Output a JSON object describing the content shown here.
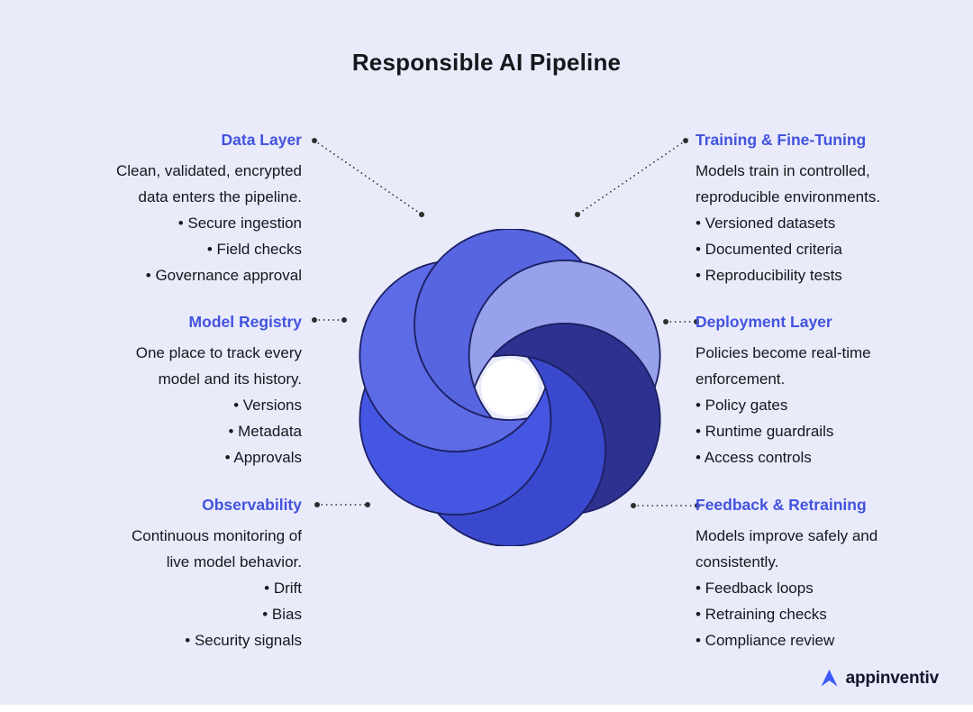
{
  "title": "Responsible AI Pipeline",
  "sections": [
    {
      "id": "data-layer",
      "side": "left",
      "title": "Data Layer",
      "desc": [
        "Clean, validated, encrypted",
        "data enters the pipeline."
      ],
      "bullets": [
        "• Secure ingestion",
        "• Field checks",
        "• Governance approval"
      ]
    },
    {
      "id": "training-fine-tuning",
      "side": "right",
      "title": "Training & Fine-Tuning",
      "desc": [
        "Models train in controlled,",
        "reproducible environments."
      ],
      "bullets": [
        "• Versioned datasets",
        "• Documented criteria",
        "• Reproducibility tests"
      ]
    },
    {
      "id": "model-registry",
      "side": "left",
      "title": "Model Registry",
      "desc": [
        "One place to track every",
        "model and its history."
      ],
      "bullets": [
        "• Versions",
        "• Metadata",
        "• Approvals"
      ]
    },
    {
      "id": "deployment-layer",
      "side": "right",
      "title": "Deployment Layer",
      "desc": [
        "Policies become real-time",
        "enforcement."
      ],
      "bullets": [
        "• Policy gates",
        "• Runtime guardrails",
        "• Access controls"
      ]
    },
    {
      "id": "observability",
      "side": "left",
      "title": "Observability",
      "desc": [
        "Continuous monitoring of",
        "live model behavior."
      ],
      "bullets": [
        "• Drift",
        "• Bias",
        "• Security signals"
      ]
    },
    {
      "id": "feedback-retraining",
      "side": "right",
      "title": "Feedback & Retraining",
      "desc": [
        "Models improve safely and",
        "consistently."
      ],
      "bullets": [
        "• Feedback loops",
        "• Retraining checks",
        "• Compliance review"
      ]
    }
  ],
  "logo": {
    "text": "appinventiv"
  },
  "colors": {
    "background": "#E9EBFB",
    "heading": "#4353DE",
    "body_text": "#15171C",
    "leader": "#2E2E2E",
    "outline": "#1C2063",
    "logo_mark": "#3C5AF8",
    "petals": [
      "#5765E1",
      "#97A1EC",
      "#2D3190",
      "#3A48CE",
      "#4557E2",
      "#5E6BE6"
    ]
  }
}
